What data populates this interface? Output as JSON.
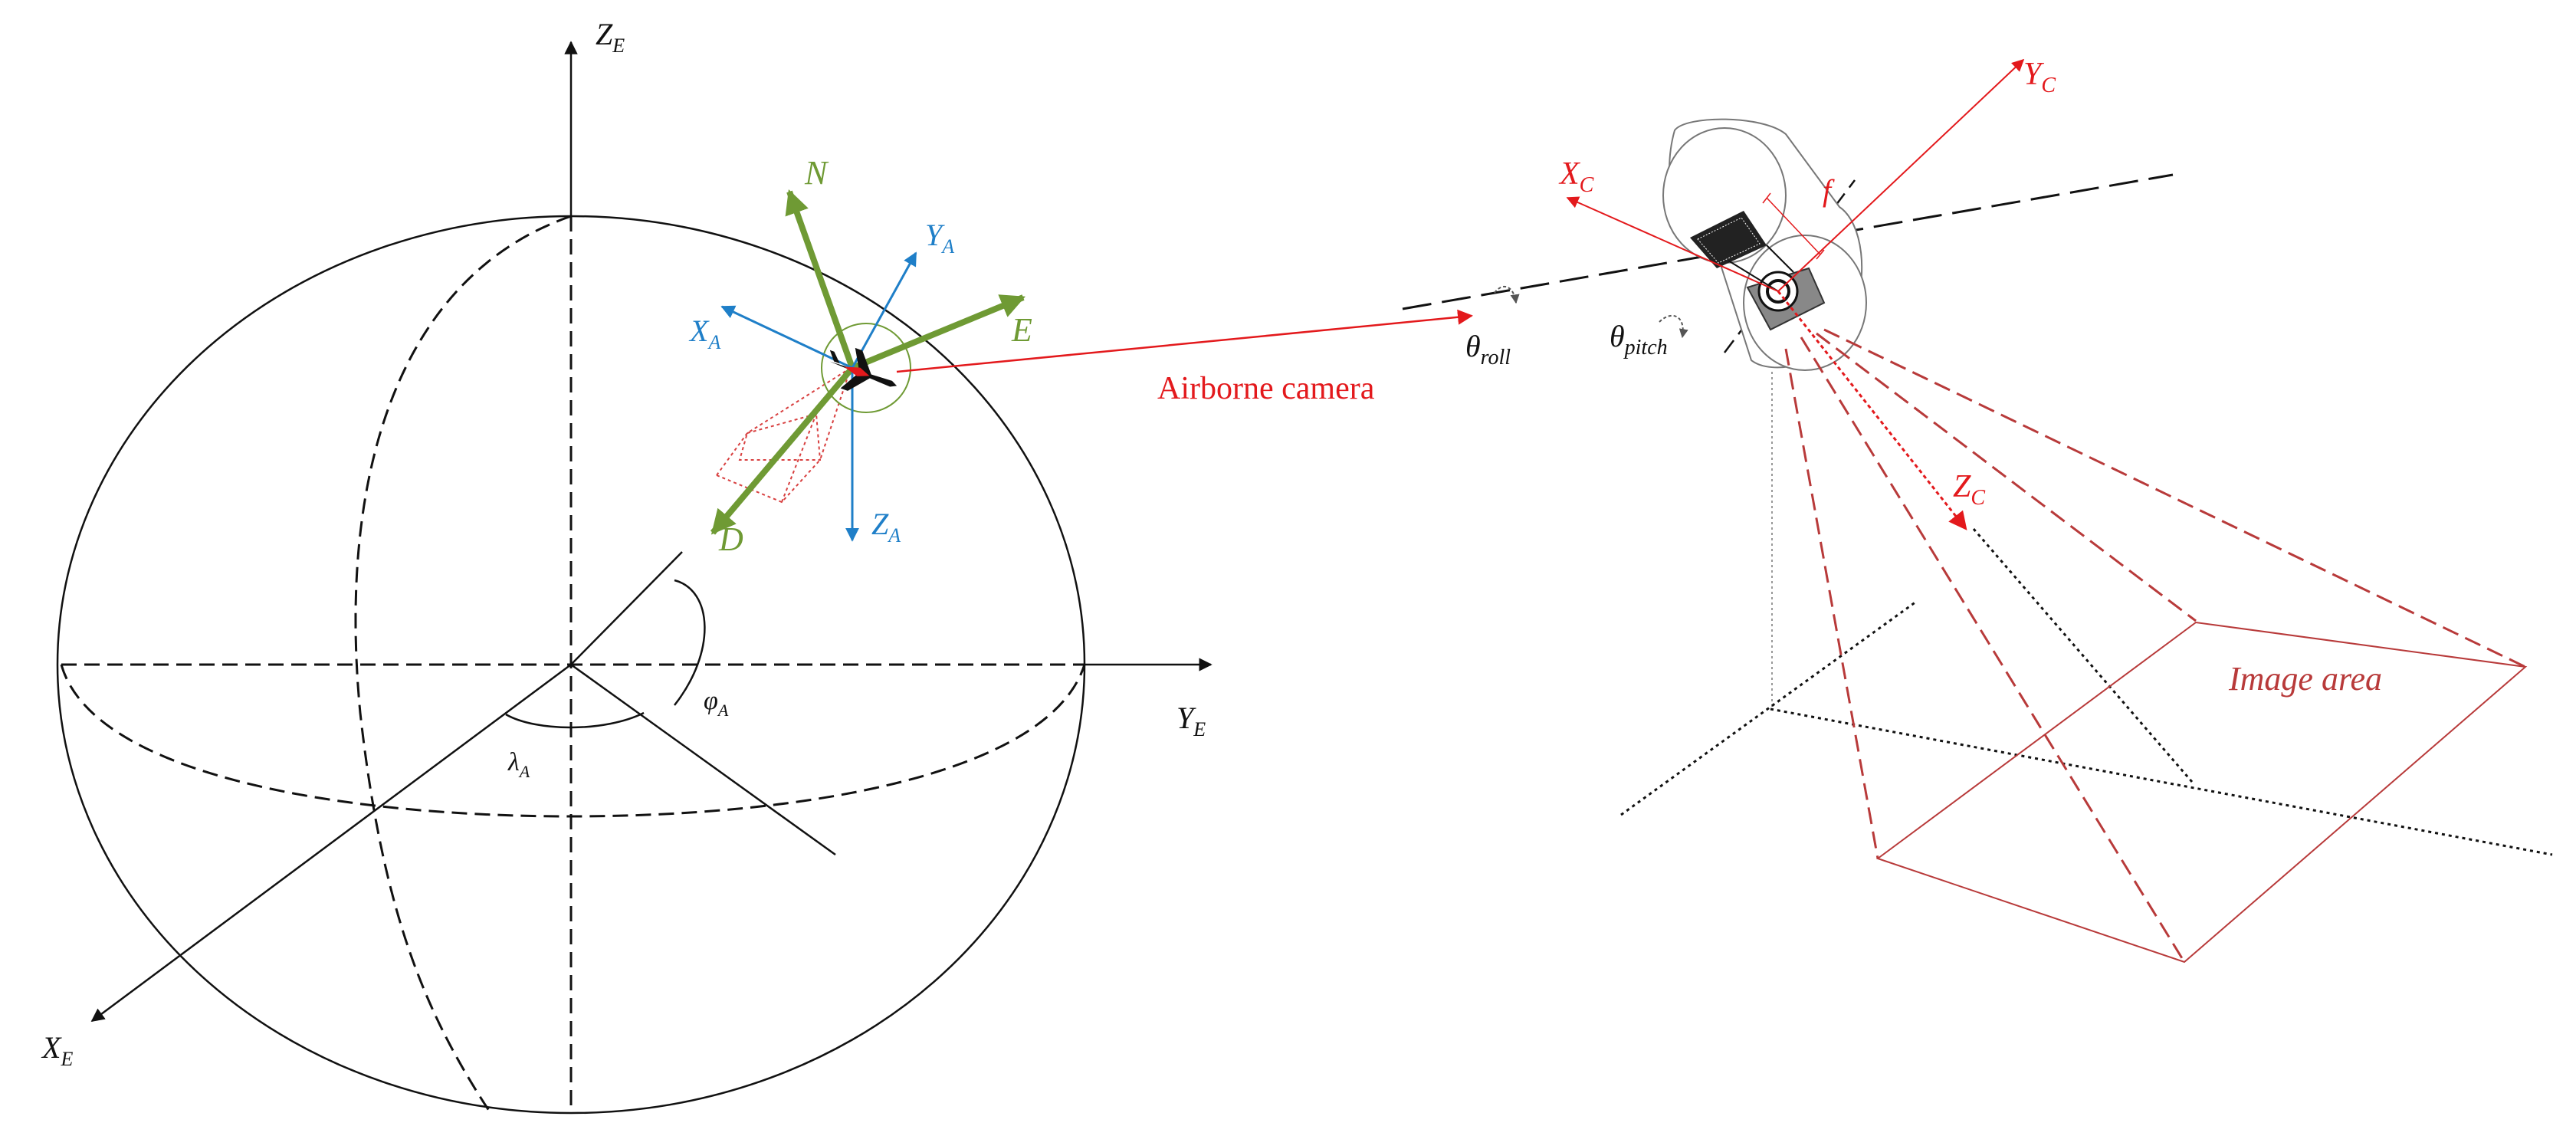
{
  "earth_frame": {
    "z_label": "Z",
    "z_sub": "E",
    "y_label": "Y",
    "y_sub": "E",
    "x_label": "X",
    "x_sub": "E",
    "lambda_label": "λ",
    "lambda_sub": "A",
    "phi_label": "φ",
    "phi_sub": "A"
  },
  "aircraft_frame": {
    "n_label": "N",
    "e_label": "E",
    "d_label": "D",
    "ya_label": "Y",
    "ya_sub": "A",
    "xa_label": "X",
    "xa_sub": "A",
    "za_label": "Z",
    "za_sub": "A"
  },
  "link": {
    "airborne_camera_label": "Airborne camera"
  },
  "camera_frame": {
    "theta_roll_label": "θ",
    "theta_roll_sub": "roll",
    "theta_pitch_label": "θ",
    "theta_pitch_sub": "pitch",
    "xc_label": "X",
    "xc_sub": "C",
    "yc_label": "Y",
    "yc_sub": "C",
    "zc_label": "Z",
    "zc_sub": "C",
    "f_label": "f",
    "image_area_label": "Image area"
  },
  "colors": {
    "green": "#6f9a34",
    "blue": "#1f7fc8",
    "red": "#e3191c",
    "darkred": "#b83a3a",
    "black": "#111111"
  }
}
